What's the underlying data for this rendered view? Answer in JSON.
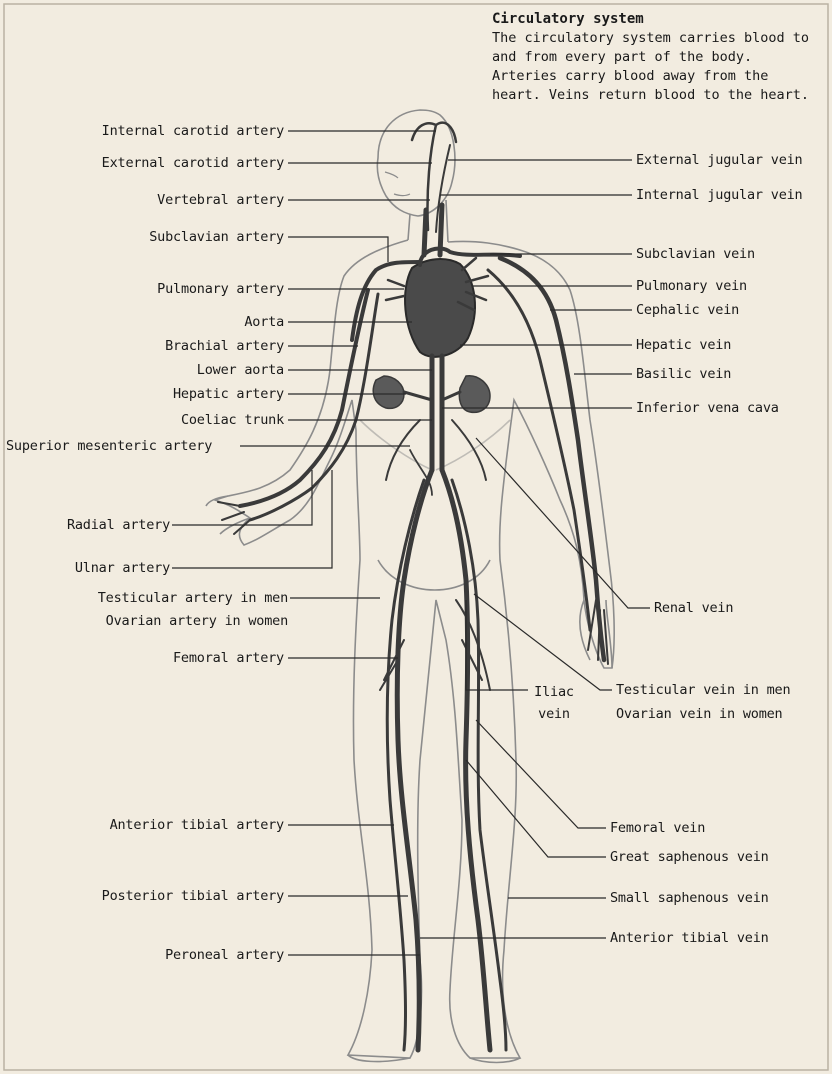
{
  "info": {
    "title": "Circulatory system",
    "text": "The circulatory system carries blood to and from every part of the body. Arteries carry blood away from the heart. Veins return blood to the heart."
  },
  "left_labels": [
    "Internal carotid artery",
    "External carotid artery",
    "Vertebral artery",
    "Subclavian artery",
    "Pulmonary artery",
    "Aorta",
    "Brachial artery",
    "Lower aorta",
    "Hepatic artery",
    "Coeliac trunk",
    "Superior mesenteric artery",
    "Radial artery",
    "Ulnar artery",
    "Testicular artery in men",
    "Ovarian artery in women",
    "Femoral artery",
    "Anterior tibial artery",
    "Posterior tibial artery",
    "Peroneal artery"
  ],
  "right_labels": [
    "External jugular vein",
    "Internal jugular vein",
    "Subclavian vein",
    "Pulmonary vein",
    "Cephalic vein",
    "Hepatic vein",
    "Basilic vein",
    "Inferior vena cava",
    "Renal vein",
    "Testicular vein in men",
    "Ovarian vein in women",
    "Femoral vein",
    "Great saphenous vein",
    "Small saphenous vein",
    "Anterior tibial vein"
  ],
  "iliac_label": [
    "Iliac",
    "vein"
  ],
  "colors": {
    "background": "#f2ece0",
    "vessel": "#3a3a3a",
    "outline": "#8c8c8c"
  }
}
